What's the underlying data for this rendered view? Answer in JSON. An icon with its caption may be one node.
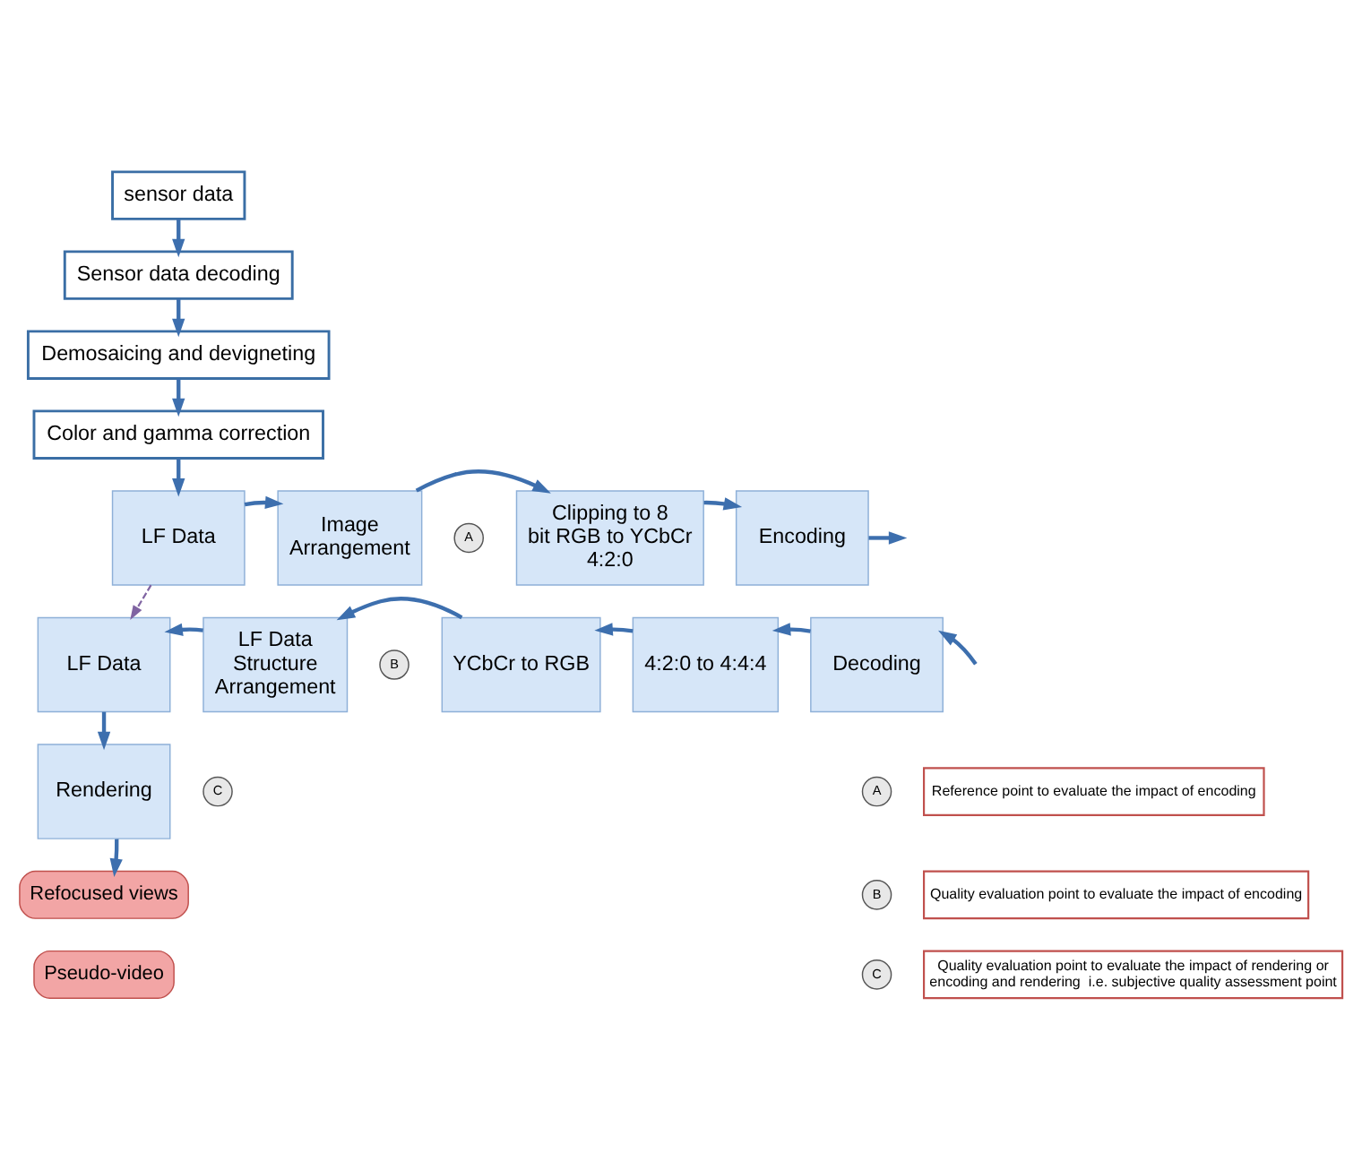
{
  "diagram": {
    "nodes": [
      {
        "text": [
          "sensor data"
        ]
      },
      {
        "text": [
          "Sensor data decoding"
        ]
      },
      {
        "text": [
          "Demosaicing and devigneting"
        ]
      },
      {
        "text": [
          "Color and gamma correction"
        ]
      },
      {
        "text": [
          "LF Data"
        ]
      },
      {
        "text": [
          "Image Arrangement"
        ]
      },
      {
        "text": [
          "Clipping to 8 bit RGB to YCbCr 4:2:0"
        ]
      },
      {
        "text": [
          "Encoding"
        ]
      },
      {
        "text": [
          "Decoding"
        ]
      },
      {
        "text": [
          "4:2:0 to 4:4:4"
        ]
      },
      {
        "text": [
          "YCbCr to RGB"
        ]
      },
      {
        "text": [
          "LF Data Structure Arrangement"
        ]
      },
      {
        "text": [
          "LF Data"
        ]
      },
      {
        "text": [
          "Rendering"
        ]
      },
      {
        "text": [
          "Refocused views"
        ]
      },
      {
        "text": [
          "Pseudo-video"
        ]
      },
      {
        "text": [
          "A"
        ]
      },
      {
        "text": [
          "B"
        ]
      },
      {
        "text": [
          "C"
        ]
      },
      {
        "text": [
          "A"
        ]
      },
      {
        "text": [
          "Reference point to evaluate the impact of encoding"
        ]
      },
      {
        "text": [
          "B"
        ]
      },
      {
        "text": [
          "Quality evaluation point to evaluate the impact of encoding"
        ]
      },
      {
        "text": [
          "C"
        ]
      },
      {
        "text": [
          "Quality evaluation point to evaluate the impact of rendering or encoding and rendering  i.e. subjective quality assessment point"
        ]
      }
    ],
    "edges": [
      {
        "from": 0,
        "to": 1,
        "arrow": "to"
      },
      {
        "from": 1,
        "to": 2,
        "arrow": "to"
      },
      {
        "from": 2,
        "to": 3,
        "arrow": "to"
      },
      {
        "from": 3,
        "to": 4,
        "arrow": "to"
      },
      {
        "from": 4,
        "to": 5,
        "arrow": "to"
      },
      {
        "from": 5,
        "to": 6,
        "arrow": "to"
      },
      {
        "from": 6,
        "to": 7,
        "arrow": "to"
      },
      {
        "from": 7,
        "to": null,
        "arrow": "to"
      },
      {
        "from": null,
        "to": 8,
        "arrow": "to"
      },
      {
        "from": 8,
        "to": 9,
        "arrow": "to"
      },
      {
        "from": 9,
        "to": 10,
        "arrow": "to"
      },
      {
        "from": 10,
        "to": 11,
        "arrow": "to"
      },
      {
        "from": 11,
        "to": 12,
        "arrow": "to"
      },
      {
        "from": 4,
        "to": 12,
        "arrow": "to",
        "style": "dashed",
        "color": "#8064a2"
      },
      {
        "from": 12,
        "to": 13,
        "arrow": "to"
      },
      {
        "from": 13,
        "to": 14,
        "arrow": "to"
      }
    ]
  }
}
